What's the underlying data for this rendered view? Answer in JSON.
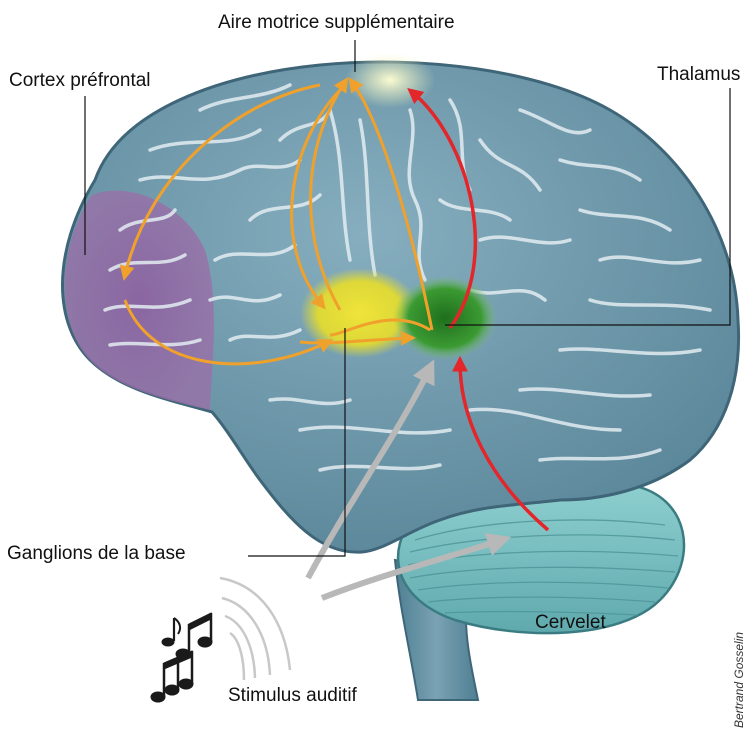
{
  "labels": {
    "sma": "Aire motrice supplémentaire",
    "prefrontal": "Cortex préfrontal",
    "thalamus": "Thalamus",
    "basal_ganglia": "Ganglions de la base",
    "cerebellum": "Cervelet",
    "stimulus": "Stimulus auditif"
  },
  "credit": "Bertrand Gosselin",
  "colors": {
    "brain": "#6e98ab",
    "brain_dark": "#3f6678",
    "gyri_lines": "#dfeaf0",
    "prefrontal_region": "#9a6fa8",
    "sma_region": "#f1f2b8",
    "basal_ganglia_region": "#e8de2a",
    "thalamus_region": "#2d8b2a",
    "cerebellum": "#7fc3c4",
    "arrow_orange": "#f0a12c",
    "arrow_red": "#e3262a",
    "arrow_gray": "#b8b8b8"
  },
  "icons": [
    "music-notes-icon",
    "sound-waves-icon"
  ]
}
